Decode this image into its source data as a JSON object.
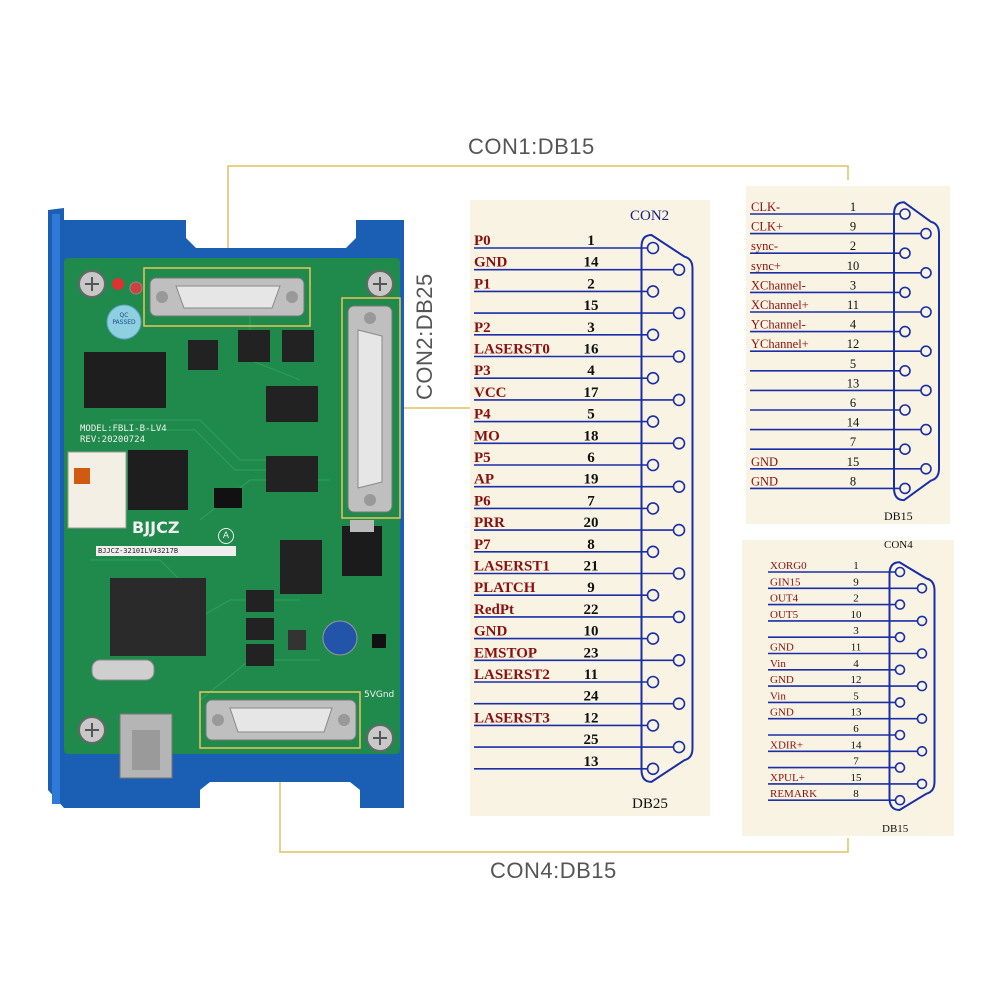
{
  "callouts": {
    "con1": "CON1:DB15",
    "con2": "CON2:DB25",
    "con4": "CON4:DB15"
  },
  "board": {
    "model": "MODEL:FBLI-B-LV4",
    "rev": "REV:20200724",
    "brand": "BJJCZ",
    "serial": "BJJCZ-3210ILV43217B",
    "revision_mark": "A",
    "qc_badge": [
      "QC",
      "PASSED"
    ],
    "label_5vgnd": "5VGnd",
    "colors": {
      "pcb": "#1f8a4c",
      "case": "#1a5fb4",
      "outline": "#e8c75a"
    }
  },
  "con2": {
    "title": "CON2",
    "footer": "DB25",
    "pins": [
      {
        "label": "P0",
        "pin": "1"
      },
      {
        "label": "GND",
        "pin": "14"
      },
      {
        "label": "P1",
        "pin": "2"
      },
      {
        "label": "",
        "pin": "15"
      },
      {
        "label": "P2",
        "pin": "3"
      },
      {
        "label": "LASERST0",
        "pin": "16"
      },
      {
        "label": "P3",
        "pin": "4"
      },
      {
        "label": "VCC",
        "pin": "17"
      },
      {
        "label": "P4",
        "pin": "5"
      },
      {
        "label": "MO",
        "pin": "18"
      },
      {
        "label": "P5",
        "pin": "6"
      },
      {
        "label": "AP",
        "pin": "19"
      },
      {
        "label": "P6",
        "pin": "7"
      },
      {
        "label": "PRR",
        "pin": "20"
      },
      {
        "label": "P7",
        "pin": "8"
      },
      {
        "label": "LASERST1",
        "pin": "21"
      },
      {
        "label": "PLATCH",
        "pin": "9"
      },
      {
        "label": "RedPt",
        "pin": "22"
      },
      {
        "label": "GND",
        "pin": "10"
      },
      {
        "label": "EMSTOP",
        "pin": "23"
      },
      {
        "label": "LASERST2",
        "pin": "11"
      },
      {
        "label": "",
        "pin": "24"
      },
      {
        "label": "LASERST3",
        "pin": "12"
      },
      {
        "label": "",
        "pin": "25"
      },
      {
        "label": "",
        "pin": "13"
      }
    ]
  },
  "con1": {
    "footer": "DB15",
    "pins": [
      {
        "label": "CLK-",
        "pin": "1"
      },
      {
        "label": "CLK+",
        "pin": "9"
      },
      {
        "label": "sync-",
        "pin": "2"
      },
      {
        "label": "sync+",
        "pin": "10"
      },
      {
        "label": "XChannel-",
        "pin": "3"
      },
      {
        "label": "XChannel+",
        "pin": "11"
      },
      {
        "label": "YChannel-",
        "pin": "4"
      },
      {
        "label": "YChannel+",
        "pin": "12"
      },
      {
        "label": "",
        "pin": "5"
      },
      {
        "label": "",
        "pin": "13"
      },
      {
        "label": "",
        "pin": "6"
      },
      {
        "label": "",
        "pin": "14"
      },
      {
        "label": "",
        "pin": "7"
      },
      {
        "label": "GND",
        "pin": "15"
      },
      {
        "label": "GND",
        "pin": "8"
      }
    ]
  },
  "con4": {
    "title": "CON4",
    "footer": "DB15",
    "pins": [
      {
        "label": "XORG0",
        "pin": "1"
      },
      {
        "label": "GIN15",
        "pin": "9"
      },
      {
        "label": "OUT4",
        "pin": "2"
      },
      {
        "label": "OUT5",
        "pin": "10"
      },
      {
        "label": "",
        "pin": "3"
      },
      {
        "label": "GND",
        "pin": "11"
      },
      {
        "label": "Vin",
        "pin": "4"
      },
      {
        "label": "GND",
        "pin": "12"
      },
      {
        "label": "Vin",
        "pin": "5"
      },
      {
        "label": "GND",
        "pin": "13"
      },
      {
        "label": "",
        "pin": "6"
      },
      {
        "label": "XDIR+",
        "pin": "14"
      },
      {
        "label": "",
        "pin": "7"
      },
      {
        "label": "XPUL+",
        "pin": "15"
      },
      {
        "label": "REMARK",
        "pin": "8"
      }
    ]
  }
}
